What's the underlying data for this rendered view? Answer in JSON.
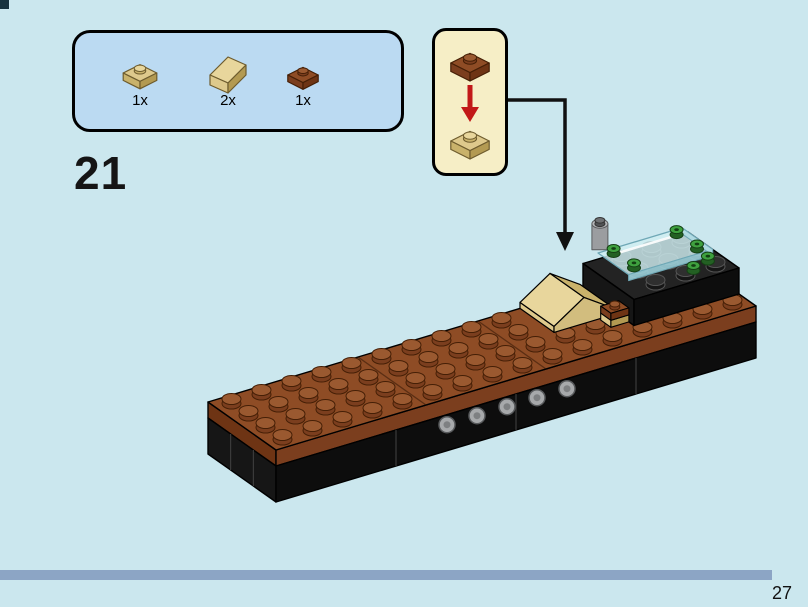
{
  "page": {
    "number": "27",
    "background_color": "#CBE7EE"
  },
  "step": {
    "number": "21"
  },
  "parts_callout": {
    "parts": [
      {
        "count": "1x",
        "icon": "tan-1x1-plate-icon"
      },
      {
        "count": "2x",
        "icon": "tan-1x1-slope-icon"
      },
      {
        "count": "1x",
        "icon": "reddish-brown-1x1-plate-icon"
      }
    ]
  },
  "substep_inset": {
    "top_piece_icon": "reddish-brown-1x1-plate-icon",
    "bottom_piece_icon": "tan-1x1-plate-icon",
    "arrow_color": "#C21818"
  },
  "colors": {
    "callout_background": "#BBDAF2",
    "inset_background": "#F6EEC6",
    "footer_bar": "#8CA5C5",
    "connector_arrow": "#111111",
    "brick_reddish_brown": "#8E4C25",
    "brick_black": "#1A1A1A",
    "brick_tan": "#DEC98C",
    "brick_trans_light_blue": "#CFEEF2",
    "brick_green": "#3FA13F",
    "brick_gray": "#9B9B9B"
  }
}
